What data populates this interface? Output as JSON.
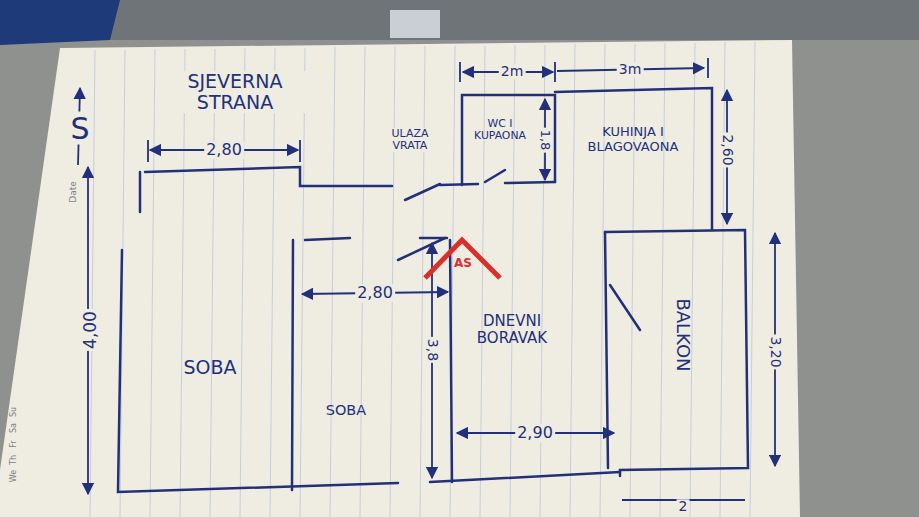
{
  "diagram": {
    "nodes": [
      {
        "text": [
          "WC I KUPAONA"
        ]
      },
      {
        "text": [
          "KUHINJA I BLAGOVAONA"
        ]
      },
      {
        "text": [
          "SOBA"
        ]
      },
      {
        "text": [
          "SOBA"
        ]
      },
      {
        "text": [
          "DNEVNI BORAVAK"
        ]
      },
      {
        "text": [
          "BALKON"
        ]
      }
    ],
    "labels": [
      "SJEVERNA STRANA",
      "S",
      "Date",
      "2,80",
      "ULAZA VRATA",
      "2m",
      "3m",
      "1,8",
      "2,60",
      "4,00",
      "2,80",
      "3,8",
      "2,90",
      "3,20",
      "2",
      "AS",
      "Su",
      "Sa",
      "Fr",
      "Th",
      "We"
    ]
  }
}
